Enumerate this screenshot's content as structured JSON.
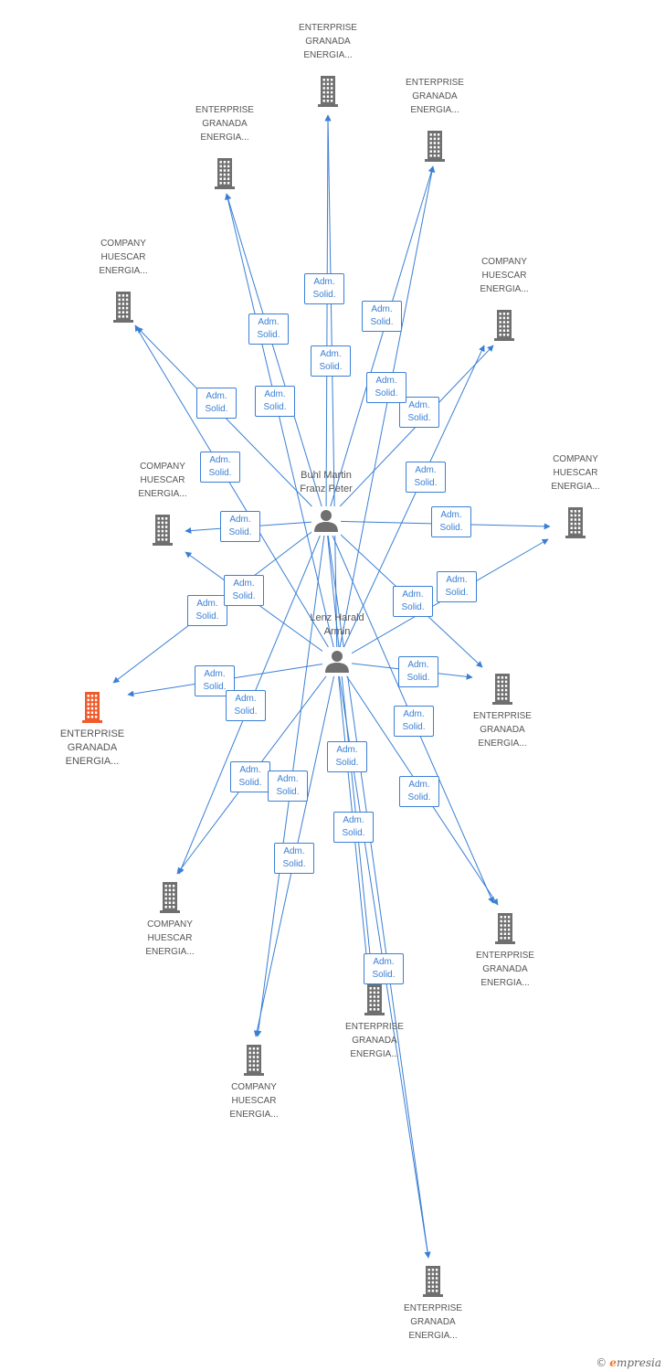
{
  "diagram": {
    "colors": {
      "edge": "#3a7fd5",
      "company_icon": "#6f6f6f",
      "focus_icon": "#f15a2b",
      "person_icon": "#6f6f6f",
      "label_text": "#555555"
    },
    "persons": [
      {
        "id": "p1",
        "lines": [
          "Buhl Martin",
          "Franz Peter"
        ],
        "icon": "person-icon"
      },
      {
        "id": "p2",
        "lines": [
          "Lenz Harald",
          "Armin"
        ],
        "icon": "person-icon"
      }
    ],
    "companies": [
      {
        "id": "c1",
        "lines": [
          "ENTERPRISE",
          "GRANADA",
          "ENERGIA..."
        ],
        "focus": false
      },
      {
        "id": "c2",
        "lines": [
          "ENTERPRISE",
          "GRANADA",
          "ENERGIA..."
        ],
        "focus": false
      },
      {
        "id": "c3",
        "lines": [
          "ENTERPRISE",
          "GRANADA",
          "ENERGIA..."
        ],
        "focus": false
      },
      {
        "id": "c4",
        "lines": [
          "COMPANY",
          "HUESCAR",
          "ENERGIA..."
        ],
        "focus": false
      },
      {
        "id": "c5",
        "lines": [
          "COMPANY",
          "HUESCAR",
          "ENERGIA..."
        ],
        "focus": false
      },
      {
        "id": "c6",
        "lines": [
          "COMPANY",
          "HUESCAR",
          "ENERGIA..."
        ],
        "focus": false
      },
      {
        "id": "c7",
        "lines": [
          "COMPANY",
          "HUESCAR",
          "ENERGIA..."
        ],
        "focus": false
      },
      {
        "id": "c8",
        "lines": [
          "ENTERPRISE",
          "GRANADA",
          "ENERGIA..."
        ],
        "focus": true
      },
      {
        "id": "c9",
        "lines": [
          "ENTERPRISE",
          "GRANADA",
          "ENERGIA..."
        ],
        "focus": false
      },
      {
        "id": "c10",
        "lines": [
          "COMPANY",
          "HUESCAR",
          "ENERGIA..."
        ],
        "focus": false
      },
      {
        "id": "c11",
        "lines": [
          "ENTERPRISE",
          "GRANADA",
          "ENERGIA..."
        ],
        "focus": false
      },
      {
        "id": "c12",
        "lines": [
          "ENTERPRISE",
          "GRANADA",
          "ENERGIA..."
        ],
        "focus": false
      },
      {
        "id": "c13",
        "lines": [
          "COMPANY",
          "HUESCAR",
          "ENERGIA..."
        ],
        "focus": false
      },
      {
        "id": "c14",
        "lines": [
          "ENTERPRISE",
          "GRANADA",
          "ENERGIA..."
        ],
        "focus": false
      }
    ],
    "edges": [
      {
        "from": "p1",
        "to": "c1",
        "label": [
          "Adm.",
          "Solid."
        ]
      },
      {
        "from": "p1",
        "to": "c2",
        "label": [
          "Adm.",
          "Solid."
        ]
      },
      {
        "from": "p1",
        "to": "c3",
        "label": [
          "Adm.",
          "Solid."
        ]
      },
      {
        "from": "p1",
        "to": "c4",
        "label": [
          "Adm.",
          "Solid."
        ]
      },
      {
        "from": "p1",
        "to": "c5",
        "label": [
          "Adm.",
          "Solid."
        ]
      },
      {
        "from": "p1",
        "to": "c6",
        "label": [
          "Adm.",
          "Solid."
        ]
      },
      {
        "from": "p1",
        "to": "c7",
        "label": [
          "Adm.",
          "Solid."
        ]
      },
      {
        "from": "p1",
        "to": "c8",
        "label": [
          "Adm.",
          "Solid."
        ]
      },
      {
        "from": "p1",
        "to": "c9",
        "label": [
          "Adm.",
          "Solid."
        ]
      },
      {
        "from": "p1",
        "to": "c10",
        "label": [
          "Adm.",
          "Solid."
        ]
      },
      {
        "from": "p1",
        "to": "c11",
        "label": [
          "Adm.",
          "Solid."
        ]
      },
      {
        "from": "p1",
        "to": "c12",
        "label": [
          "Adm.",
          "Solid."
        ]
      },
      {
        "from": "p1",
        "to": "c13",
        "label": [
          "Adm.",
          "Solid."
        ]
      },
      {
        "from": "p1",
        "to": "c14",
        "label": [
          "Adm.",
          "Solid."
        ]
      },
      {
        "from": "p2",
        "to": "c1",
        "label": [
          "Adm.",
          "Solid."
        ]
      },
      {
        "from": "p2",
        "to": "c2",
        "label": [
          "Adm.",
          "Solid."
        ]
      },
      {
        "from": "p2",
        "to": "c3",
        "label": [
          "Adm.",
          "Solid."
        ]
      },
      {
        "from": "p2",
        "to": "c4",
        "label": [
          "Adm.",
          "Solid."
        ]
      },
      {
        "from": "p2",
        "to": "c5",
        "label": [
          "Adm.",
          "Solid."
        ]
      },
      {
        "from": "p2",
        "to": "c6",
        "label": [
          "Adm.",
          "Solid."
        ]
      },
      {
        "from": "p2",
        "to": "c7",
        "label": [
          "Adm.",
          "Solid."
        ]
      },
      {
        "from": "p2",
        "to": "c8",
        "label": [
          "Adm.",
          "Solid."
        ]
      },
      {
        "from": "p2",
        "to": "c9",
        "label": [
          "Adm.",
          "Solid."
        ]
      },
      {
        "from": "p2",
        "to": "c10",
        "label": [
          "Adm.",
          "Solid."
        ]
      },
      {
        "from": "p2",
        "to": "c11",
        "label": [
          "Adm.",
          "Solid."
        ]
      },
      {
        "from": "p2",
        "to": "c12",
        "label": [
          "Adm.",
          "Solid."
        ]
      },
      {
        "from": "p2",
        "to": "c13",
        "label": [
          "Adm.",
          "Solid."
        ]
      },
      {
        "from": "p2",
        "to": "c14",
        "label": [
          "Adm.",
          "Solid."
        ]
      }
    ]
  },
  "brand": {
    "copyright": "©",
    "initial": "e",
    "rest": "mpresia"
  }
}
